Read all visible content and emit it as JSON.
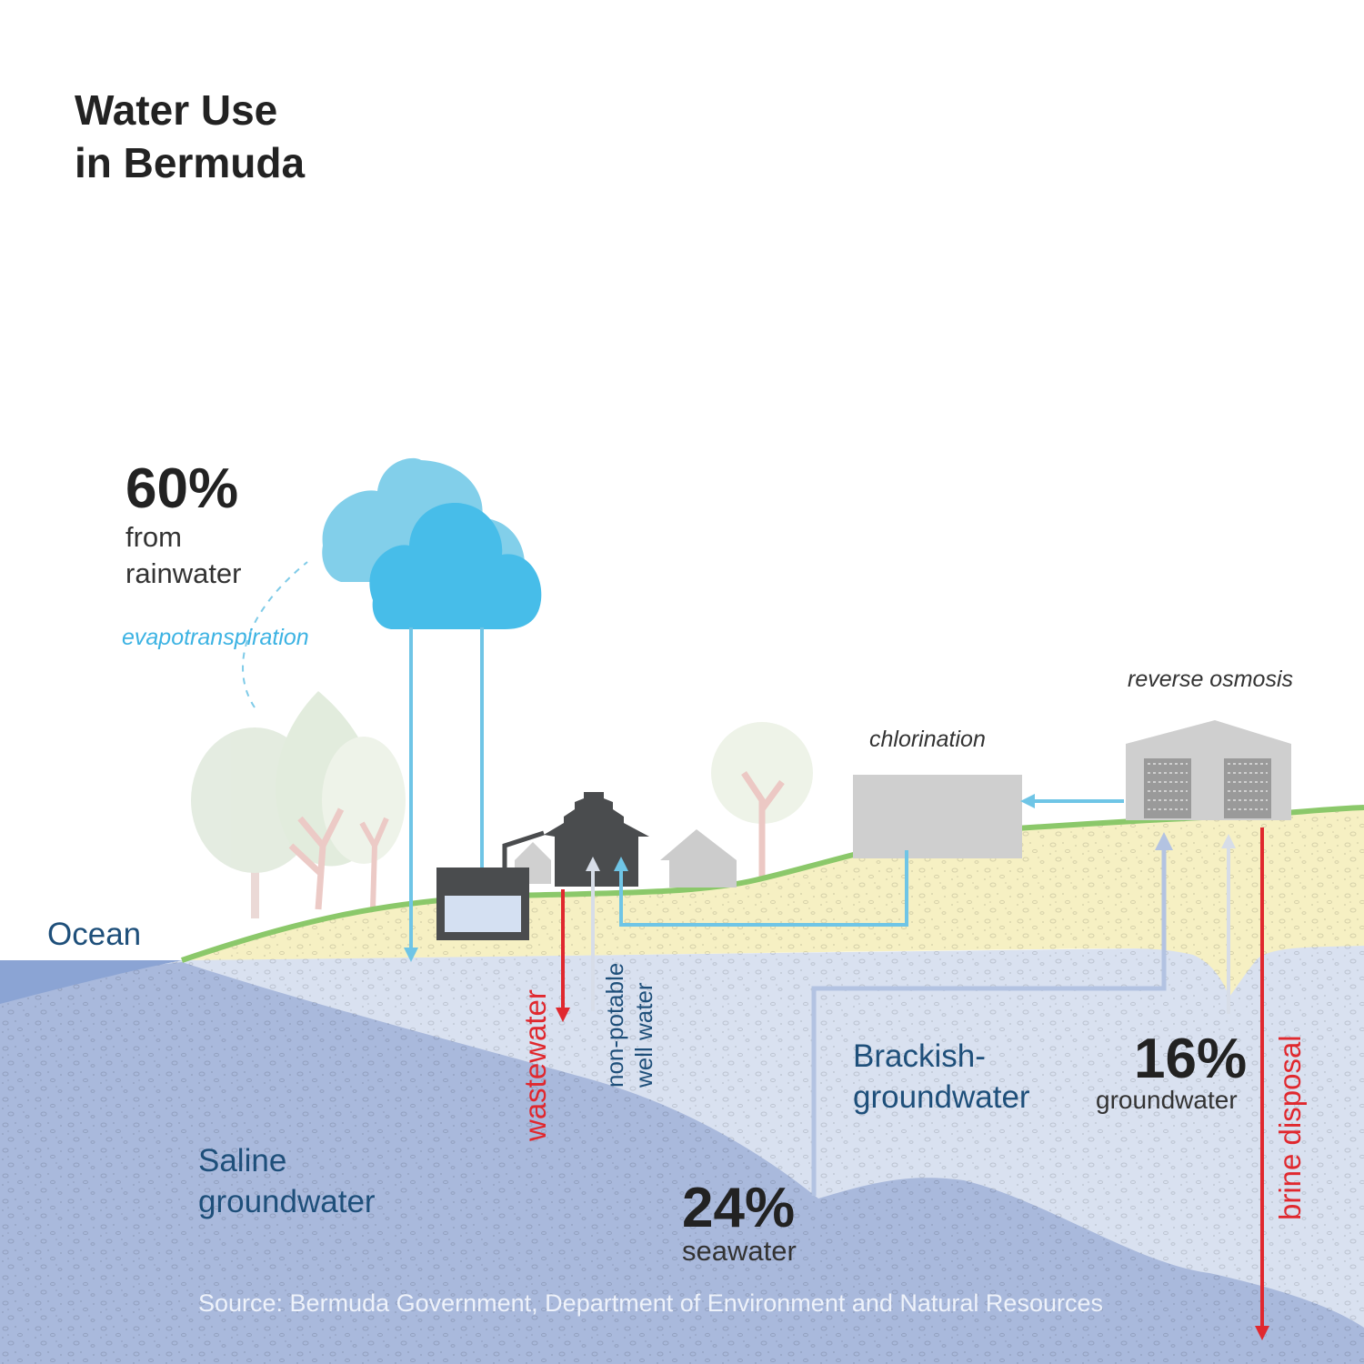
{
  "title": {
    "line1": "Water Use",
    "line2": "in Bermuda"
  },
  "sources": {
    "rainwater": {
      "percent": "60%",
      "line1": "from",
      "line2": "rainwater"
    },
    "seawater": {
      "percent": "24%",
      "label": "seawater"
    },
    "groundwater": {
      "percent": "16%",
      "label": "groundwater"
    }
  },
  "zones": {
    "ocean": "Ocean",
    "brackish": {
      "line1": "Brackish-",
      "line2": "groundwater"
    },
    "saline": {
      "line1": "Saline",
      "line2": "groundwater"
    }
  },
  "processes": {
    "evapotranspiration": "evapotranspiration",
    "chlorination": "chlorination",
    "reverse_osmosis": "reverse osmosis"
  },
  "flows": {
    "wastewater": "wastewater",
    "non_potable": {
      "line1": "non-potable",
      "line2": "well water"
    },
    "brine_disposal": "brine disposal"
  },
  "source_note": "Source: Bermuda Government, Department of Environment and Natural Resources",
  "colors": {
    "cloud_back": "#82cfea",
    "cloud_front": "#47bde9",
    "rain_arrow": "#6fc5e6",
    "red_arrow": "#e0282e",
    "sand": "#f6f0c3",
    "grass": "#8bc86a",
    "brackish": "#d9e1f0",
    "saline": "#a9b9dc",
    "ocean": "#8ba4d4",
    "zone_text": "#1e4f7a",
    "evap_text": "#3db3e3"
  }
}
